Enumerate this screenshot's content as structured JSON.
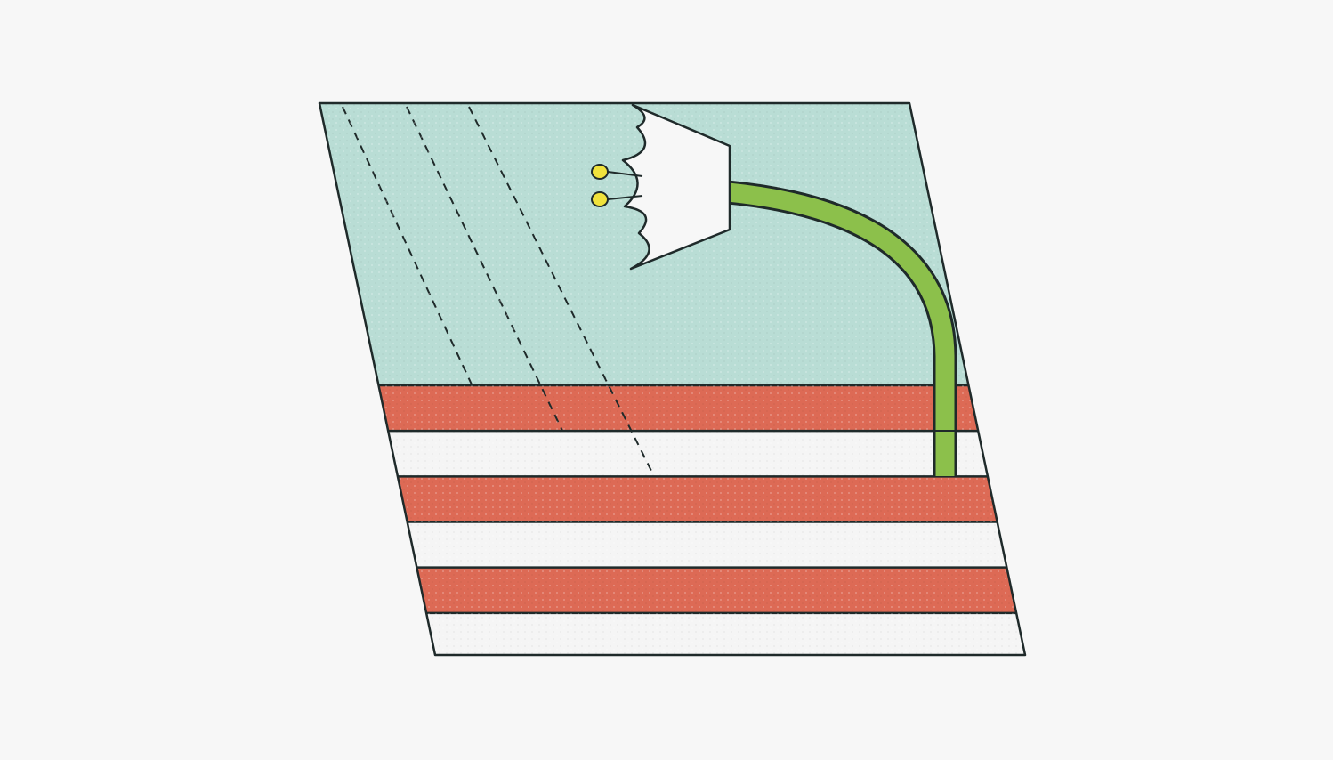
{
  "illustration": {
    "subject": "street-lamp-over-striped-ground",
    "colors": {
      "background": "#f7f7f7",
      "sky": "#b9ddd5",
      "stripe_red": "#dd6a55",
      "stripe_white": "#f5f5f5",
      "lamp_pole": "#8cc04b",
      "lamp_head": "#f7f7f7",
      "bulbs": "#f0e23c",
      "outline": "#1f2a2a"
    },
    "stripe_pattern": [
      "red",
      "white",
      "red",
      "white",
      "red",
      "white"
    ],
    "bulb_count": 2,
    "dashed_line_count": 3
  }
}
